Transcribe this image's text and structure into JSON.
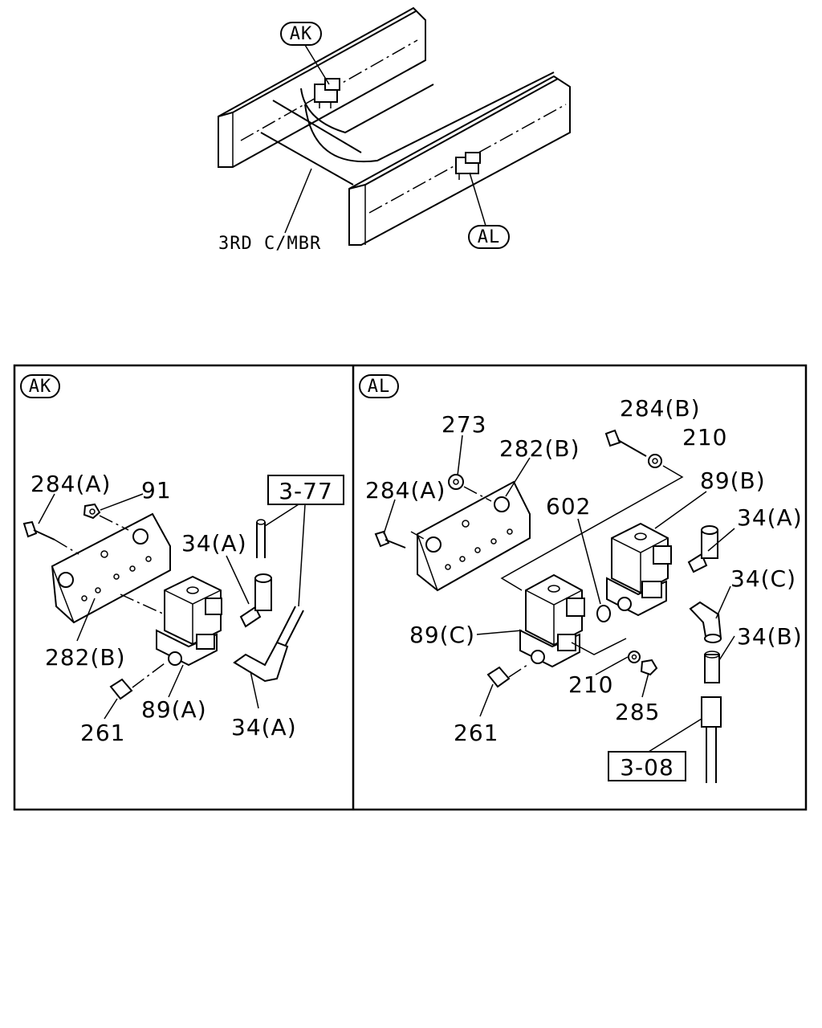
{
  "overview": {
    "callout_ak": "AK",
    "callout_al": "AL",
    "member_label": "3RD C/MBR"
  },
  "panel_ak": {
    "badge": "AK",
    "labels": {
      "p284a": "284(A)",
      "p91": "91",
      "p34a_top": "34(A)",
      "ref_377": "3-77",
      "p282b": "282(B)",
      "p261": "261",
      "p89a": "89(A)",
      "p34a_bottom": "34(A)"
    }
  },
  "panel_al": {
    "badge": "AL",
    "labels": {
      "p273": "273",
      "p282b": "282(B)",
      "p284b": "284(B)",
      "p210_top": "210",
      "p284a": "284(A)",
      "p602": "602",
      "p89b": "89(B)",
      "p34a": "34(A)",
      "p34c": "34(C)",
      "p89c": "89(C)",
      "p34b": "34(B)",
      "p210_bottom": "210",
      "p285": "285",
      "p261": "261",
      "ref_308": "3-08"
    }
  }
}
